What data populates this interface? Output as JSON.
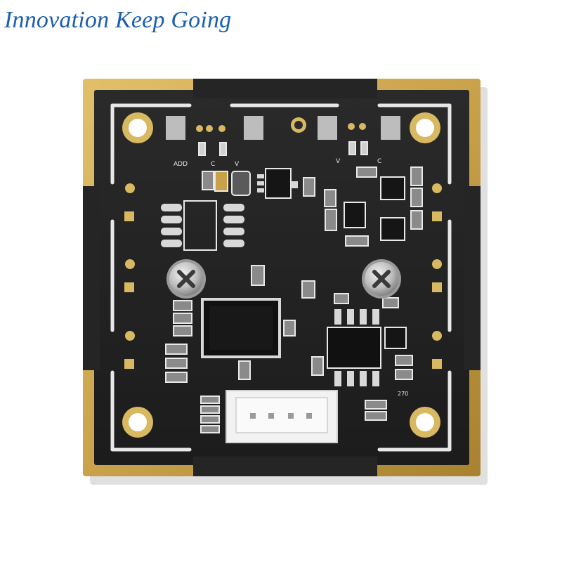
{
  "page": {
    "slogan": "Innovation Keep Going",
    "slogan_color": "#1b5fae",
    "background": "#ffffff"
  },
  "board": {
    "pcb_color": "#222222",
    "gold_color": "#c9a24b",
    "silkscreen_color": "#e8e8e8",
    "silkscreen_labels": [
      "ADD",
      "C",
      "V",
      "V",
      "C",
      "270"
    ],
    "connector_pin_count": 4
  }
}
